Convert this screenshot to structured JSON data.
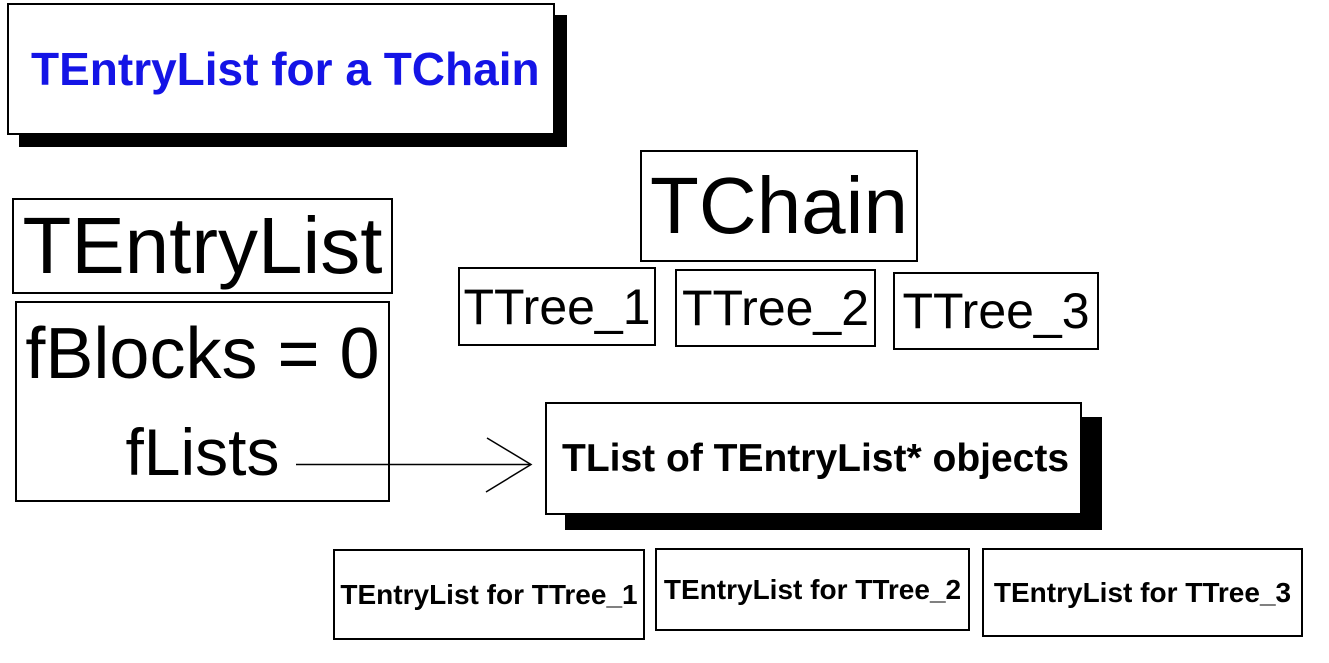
{
  "colors": {
    "background": "#ffffff",
    "line": "#000000",
    "box_fill": "#ffffff",
    "shadow": "#000000",
    "title_text": "#1414e6"
  },
  "title": {
    "label": "TEntryList for a TChain"
  },
  "entrylist_class": {
    "name": "TEntryList",
    "fields": {
      "fblocks": "fBlocks = 0",
      "flists": "fLists"
    }
  },
  "tchain": {
    "name": "TChain",
    "trees": [
      "TTree_1",
      "TTree_2",
      "TTree_3"
    ]
  },
  "tlist": {
    "label": "TList of TEntryList* objects"
  },
  "tree_entry_lists": [
    "TEntryList for TTree_1",
    "TEntryList for TTree_2",
    "TEntryList for TTree_3"
  ],
  "arrow": {
    "from": "fLists",
    "to": "TList of TEntryList* objects",
    "head_style": "open"
  }
}
